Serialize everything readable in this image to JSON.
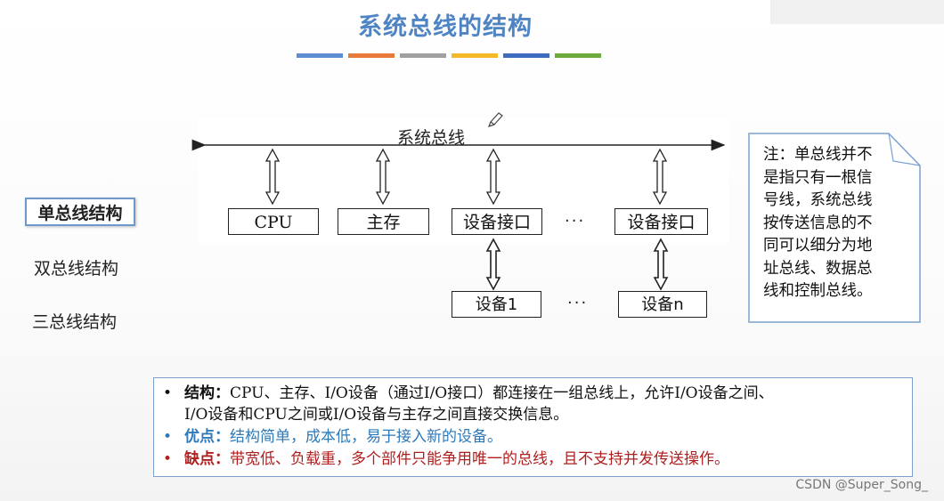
{
  "title": "系统总线的结构",
  "colors": {
    "title": "#4f84c4",
    "bars": [
      "#5b8fd1",
      "#e87a3c",
      "#a0a0a0",
      "#f2b928",
      "#3e6bbf",
      "#6dab3e"
    ],
    "advantage": "#2e79b8",
    "disadvantage": "#b01f1f"
  },
  "nav": {
    "items": [
      "单总线结构",
      "双总线结构",
      "三总线结构"
    ],
    "active_index": 0
  },
  "diagram": {
    "bus_label": "系统总线",
    "components": [
      "CPU",
      "主存",
      "设备接口",
      "设备接口"
    ],
    "component_dots": "···",
    "devices": [
      "设备1",
      "设备n"
    ],
    "device_dots": "···",
    "pencil_icon": "pencil-icon"
  },
  "note": {
    "lines": [
      "注：单总线并不",
      "是指只有一根信",
      "号线，系统总线",
      "按传送信息的不",
      "同可以细分为地",
      "址总线、数据总",
      "线和控制总线。"
    ]
  },
  "summary": {
    "bullet": "•",
    "structure_label": "结构：",
    "structure_line1": "CPU、主存、I/O设备（通过I/O接口）都连接在一组总线上，允许I/O设备之间、",
    "structure_line2": "I/O设备和CPU之间或I/O设备与主存之间直接交换信息。",
    "advantage_label": "优点：",
    "advantage_text": "结构简单，成本低，易于接入新的设备。",
    "disadvantage_label": "缺点：",
    "disadvantage_text": "带宽低、负载重，多个部件只能争用唯一的总线，且不支持并发传送操作。"
  },
  "footer": "CSDN @Super_Song_"
}
